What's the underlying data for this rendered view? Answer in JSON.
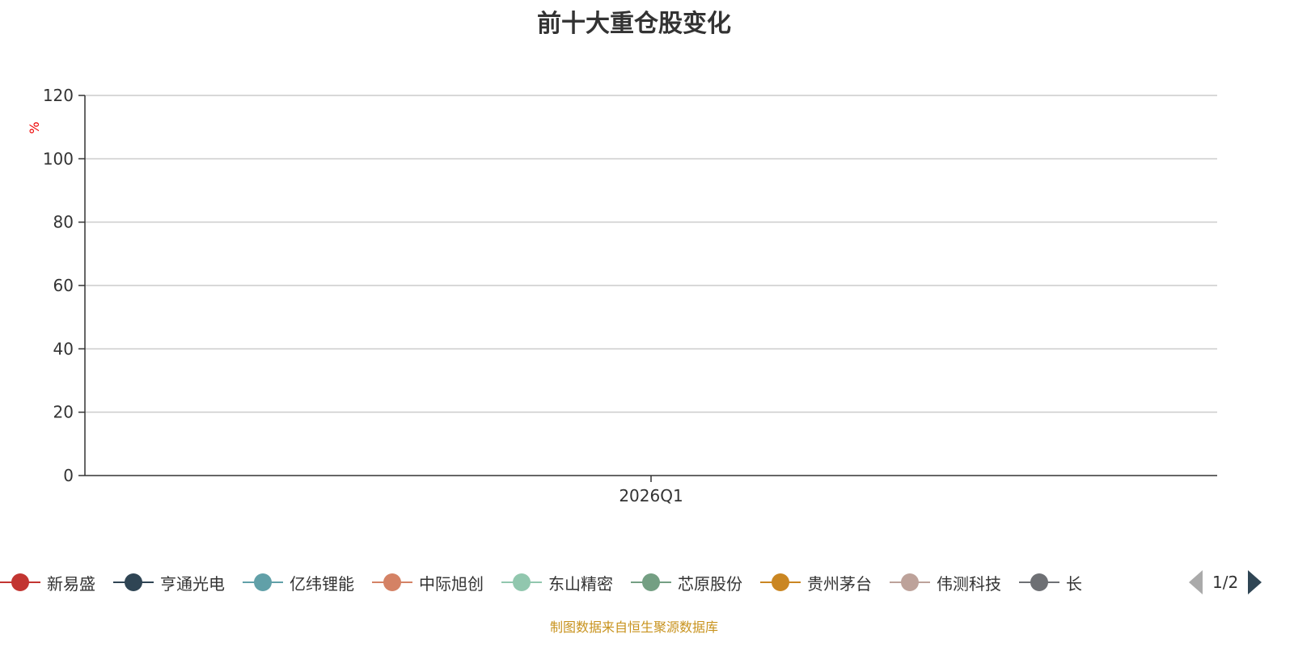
{
  "chart_data": {
    "type": "line",
    "title": "前十大重仓股变化",
    "ylabel": "%",
    "xlabel": "",
    "categories": [
      "2026Q1"
    ],
    "ylim": [
      0,
      120
    ],
    "yticks": [
      "0",
      "20",
      "40",
      "60",
      "80",
      "100",
      "120"
    ],
    "grid": true,
    "legend_placement": "bottom",
    "series": [
      {
        "name": "新易盛",
        "color": "#c23531",
        "values": []
      },
      {
        "name": "亨通光电",
        "color": "#2f4554",
        "values": []
      },
      {
        "name": "亿纬锂能",
        "color": "#61a0a8",
        "values": []
      },
      {
        "name": "中际旭创",
        "color": "#d48265",
        "values": []
      },
      {
        "name": "东山精密",
        "color": "#91c7ae",
        "values": []
      },
      {
        "name": "芯原股份",
        "color": "#749f83",
        "values": []
      },
      {
        "name": "贵州茅台",
        "color": "#ca8622",
        "values": []
      },
      {
        "name": "伟测科技",
        "color": "#bda29a",
        "values": []
      },
      {
        "name": "长",
        "color": "#6e7074",
        "values": []
      }
    ]
  },
  "legend_page": "1/2",
  "footer": "制图数据来自恒生聚源数据库"
}
